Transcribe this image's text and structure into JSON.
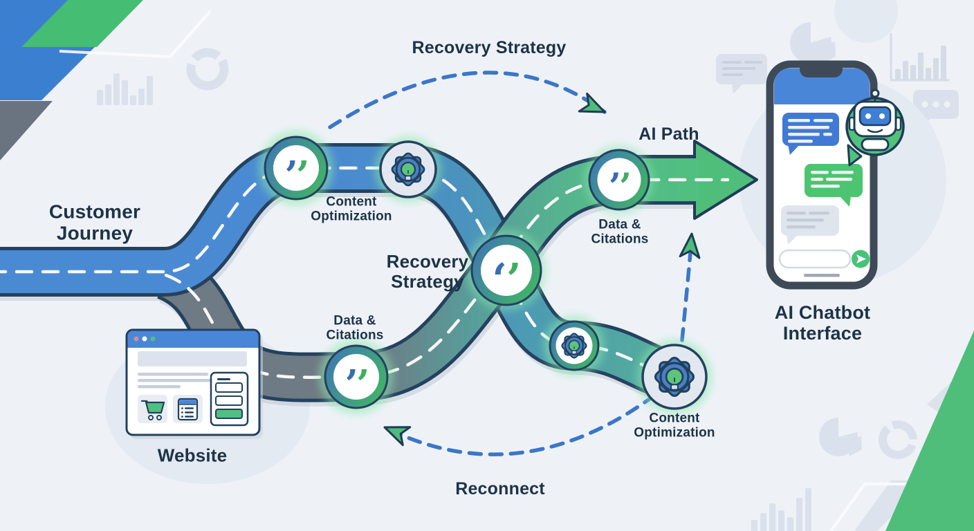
{
  "meta": {
    "title": "Customer Journey AI Chatbot Recovery Diagram"
  },
  "labels": {
    "customer_journey": {
      "line1": "Customer",
      "line2": "Journey"
    },
    "recovery_strategy_top": "Recovery Strategy",
    "recovery_strategy_mid": {
      "line1": "Recovery",
      "line2": "Strategy"
    },
    "content_optimization_top": {
      "line1": "Content",
      "line2": "Optimization"
    },
    "content_optimization_bottom": {
      "line1": "Content",
      "line2": "Optimization"
    },
    "data_citations_ai": {
      "line1": "Data &",
      "line2": "Citations"
    },
    "data_citations_lower": {
      "line1": "Data &",
      "line2": "Citations"
    },
    "ai_path": "AI Path",
    "website": "Website",
    "ai_chatbot_interface": {
      "line1": "AI Chatbot",
      "line2": "Interface"
    },
    "reconnect": "Reconnect"
  },
  "icons": {
    "quote_open": "‘",
    "quote_close": "’"
  },
  "colors": {
    "background": "#eef2f7",
    "road_blue": "#4a8ad2",
    "road_gray": "#6e7a84",
    "road_green": "#4fc07f",
    "outline_navy": "#24425e",
    "dashed_arc_blue": "#3b76c9",
    "arrow_green": "#4fbe7b",
    "quote_blue": "#3a6cb0",
    "quote_green": "#3fae62",
    "text_navy": "#1d3349",
    "phone_frame": "#3e4a57",
    "chat_blue": "#4179d4",
    "chat_green": "#4cc470"
  }
}
